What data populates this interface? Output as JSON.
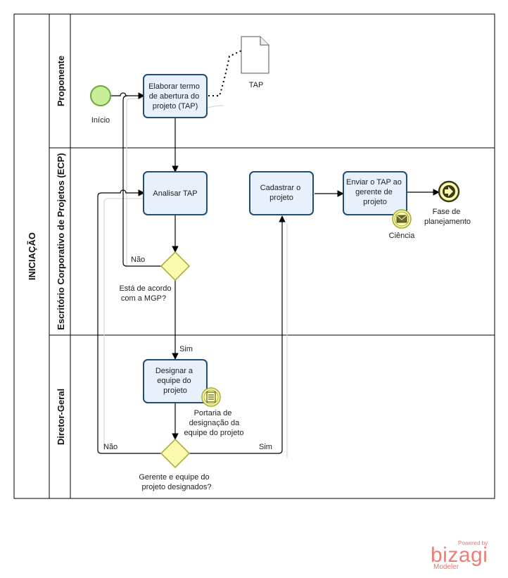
{
  "pool": {
    "title": "INICIAÇÃO"
  },
  "lanes": [
    {
      "id": "proponente",
      "label": "Proponente"
    },
    {
      "id": "ecp",
      "label": "Escritório Corporativo de Projetos (ECP)"
    },
    {
      "id": "diretor",
      "label": "Diretor-Geral"
    }
  ],
  "events": {
    "start": "Início",
    "end_line1": "Fase de",
    "end_line2": "planejamento",
    "message_label": "Ciência"
  },
  "tasks": {
    "elaborar": [
      "Elaborar termo",
      "de abertura do",
      "projeto (TAP)"
    ],
    "analisar": [
      "Analisar TAP"
    ],
    "cadastrar": [
      "Cadastrar  o",
      "projeto"
    ],
    "enviar": [
      "Enviar o TAP ao",
      "gerente de",
      "projeto"
    ],
    "designar": [
      "Designar a",
      "equipe do",
      "projeto"
    ]
  },
  "artifacts": {
    "document": "TAP",
    "portaria": [
      "Portaria de",
      "designação da",
      "equipe do projeto"
    ]
  },
  "gateways": {
    "acordo": [
      "Está de acordo",
      "com a MGP?"
    ],
    "designados": [
      "Gerente e equipe do",
      "projeto designados?"
    ]
  },
  "flow_labels": {
    "nao_1": "Não",
    "sim_1": "Sim",
    "nao_2": "Não",
    "sim_2": "Sim"
  },
  "watermark": {
    "powered": "Powered by",
    "brand": "bizagi",
    "product": "Modeler"
  },
  "colors": {
    "task_fill": "#e7f0fb",
    "task_stroke": "#1f4e7a",
    "start_fill": "#c9ee9a",
    "start_stroke": "#6aa93a",
    "gateway_fill": "#fbfbb0",
    "gateway_stroke": "#a7a72c",
    "end_stroke": "#3b3b14",
    "watermark": "#ef7d74"
  }
}
